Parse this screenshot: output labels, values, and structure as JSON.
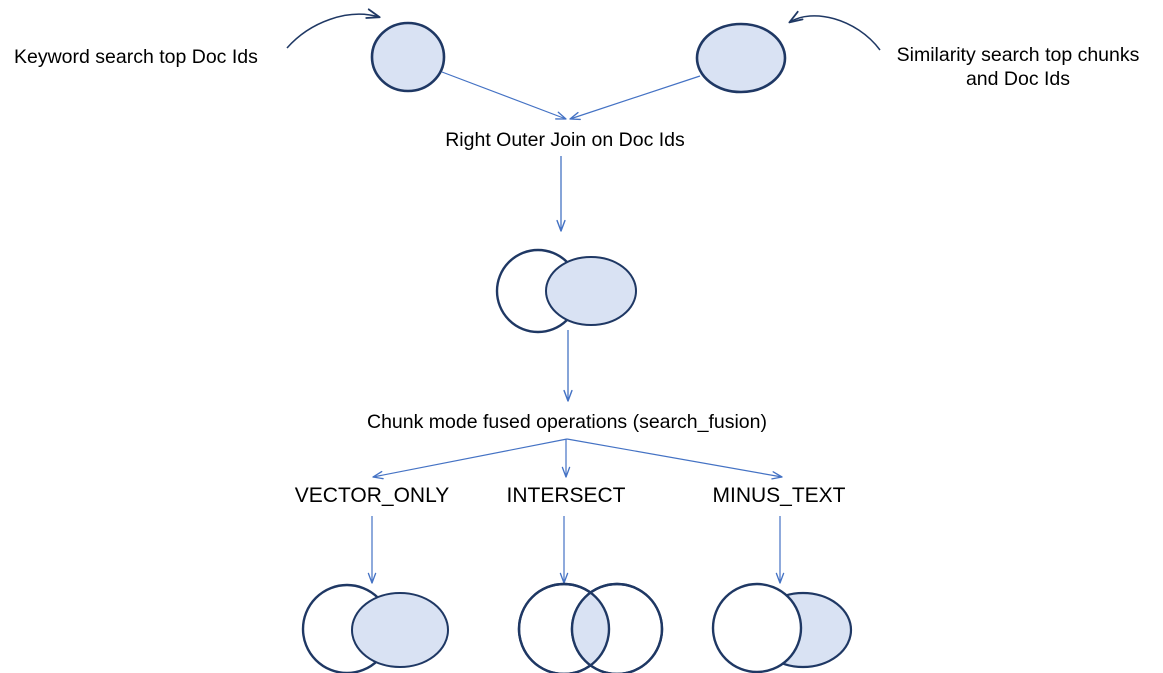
{
  "diagram": {
    "title": "Chunk mode fused operations (search_fusion)",
    "type": "flow-diagram",
    "colors": {
      "circle_fill": "#D9E2F3",
      "circle_stroke": "#1F3864",
      "connector": "#4472C4",
      "curved_arrow": "#1F3864",
      "text": "#000000",
      "background": "#FFFFFF"
    },
    "labels": {
      "keyword_search": "Keyword search top Doc Ids",
      "similarity_search_line1": "Similarity search top chunks",
      "similarity_search_line2": "and Doc Ids",
      "right_outer_join": "Right Outer Join on Doc Ids",
      "fused_operations": "Chunk mode fused operations (search_fusion)"
    },
    "modes": [
      {
        "id": "vector-only",
        "label": "VECTOR_ONLY",
        "venn": "right-circle-filled-on-top",
        "description": "Left circle outline only; right circle filled and drawn above the left"
      },
      {
        "id": "intersect",
        "label": "INTERSECT",
        "venn": "overlap-lens-filled",
        "description": "Both circles outlined; only the overlapping lens region is filled"
      },
      {
        "id": "minus-text",
        "label": "MINUS_TEXT",
        "venn": "right-circle-filled-behind",
        "description": "Right circle filled but drawn behind the left white circle, leaving a crescent"
      }
    ],
    "nodes": [
      {
        "id": "keyword-node",
        "shape": "ellipse",
        "fill": "filled"
      },
      {
        "id": "similarity-node",
        "shape": "ellipse",
        "fill": "filled"
      },
      {
        "id": "join-result-venn",
        "shape": "two-circle-venn",
        "fill": "right-circle-filled-on-top"
      }
    ]
  }
}
